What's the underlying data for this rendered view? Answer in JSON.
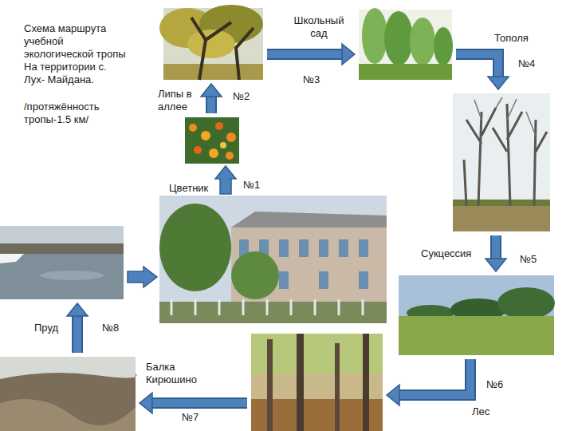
{
  "diagram": {
    "title": "Схема маршрута учебной экологической тропы На территории с. Лух- Майдана.",
    "nodes": [
      {
        "text": [
          "Цветник",
          "№1"
        ]
      },
      {
        "text": [
          "Липы в аллее",
          "№2"
        ]
      },
      {
        "text": [
          "Школьный сад",
          "№3"
        ]
      },
      {
        "text": [
          "Тополя",
          "№4"
        ]
      },
      {
        "text": [
          "Сукцессия",
          "№5"
        ]
      },
      {
        "text": [
          "Лес",
          "№6"
        ]
      },
      {
        "text": [
          "Балка Кирюшино",
          "№7"
        ]
      },
      {
        "text": [
          "Пруд",
          "№8"
        ]
      }
    ],
    "edges": [
      {
        "from": 0,
        "to": 1,
        "arrow": "to"
      },
      {
        "from": 1,
        "to": 2,
        "arrow": "to"
      },
      {
        "from": 2,
        "to": 3,
        "arrow": "to"
      },
      {
        "from": 3,
        "to": 4,
        "arrow": "to"
      },
      {
        "from": 4,
        "to": 5,
        "arrow": "to"
      },
      {
        "from": 5,
        "to": 6,
        "arrow": "to"
      },
      {
        "from": 6,
        "to": 7,
        "arrow": "to"
      }
    ],
    "labels": [
      "/протяжённость тропы-1.5 км/"
    ]
  }
}
